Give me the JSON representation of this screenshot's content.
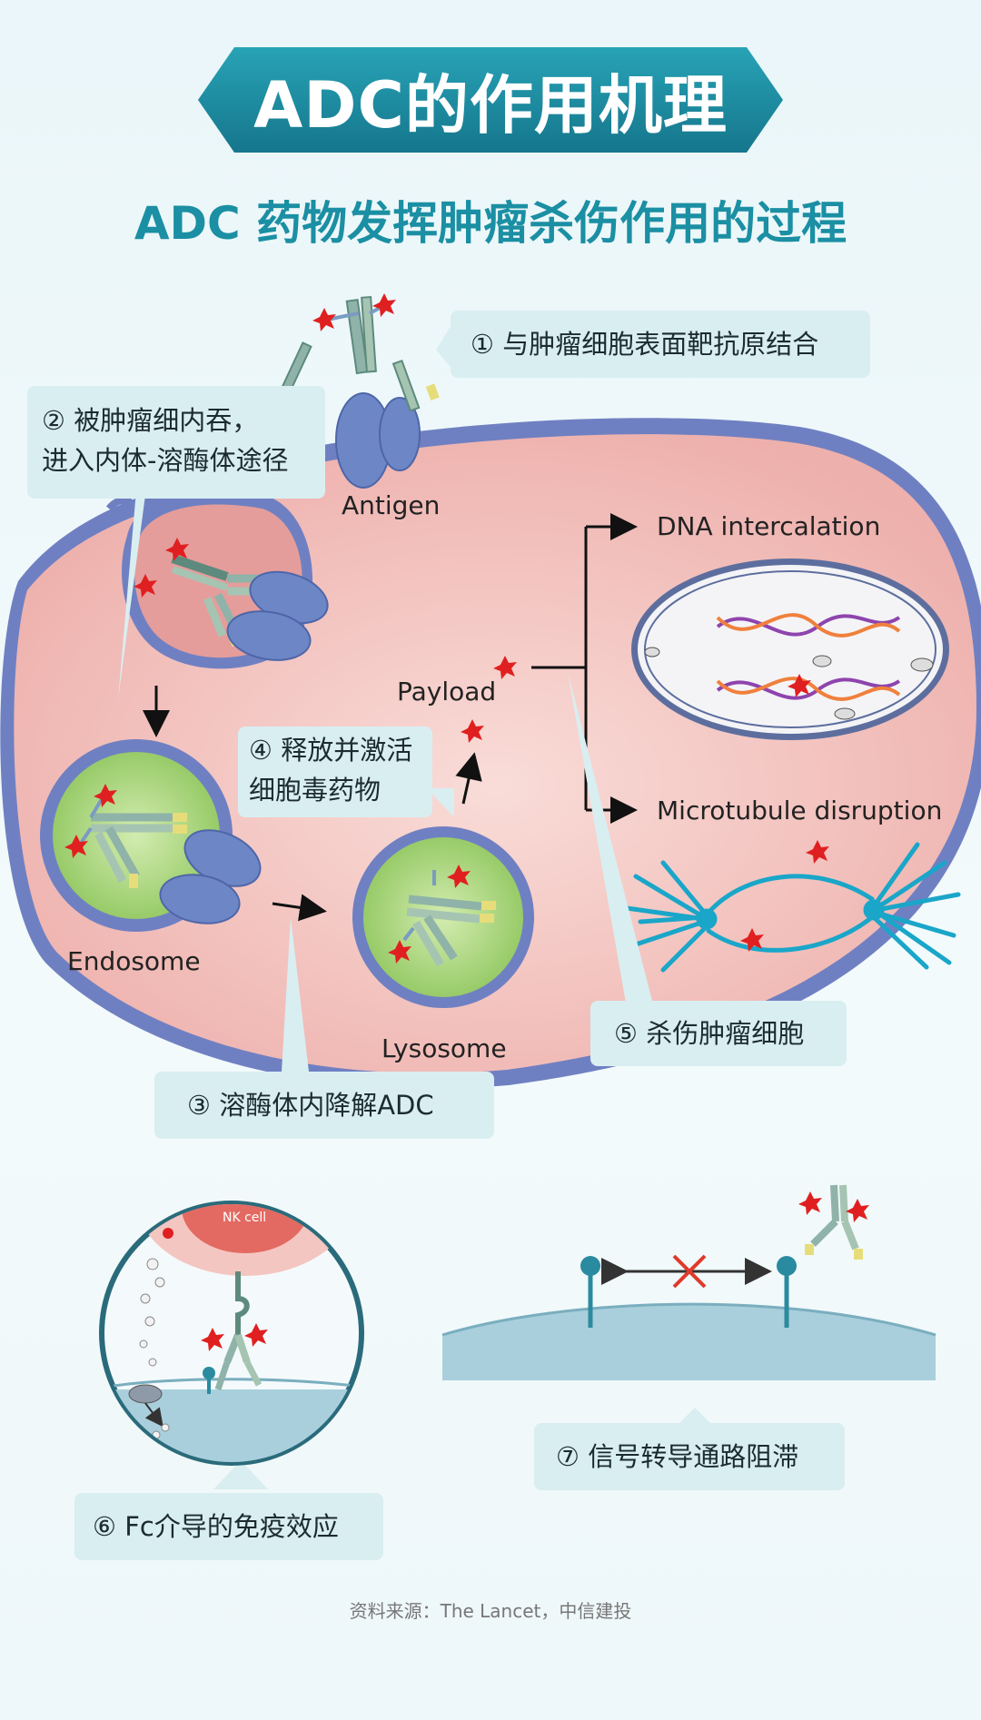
{
  "title": "ADC的作用机理",
  "subtitle": "ADC 药物发挥肿瘤杀伤作用的过程",
  "steps": {
    "s1": "① 与肿瘤细胞表面靶抗原结合",
    "s2_line1": "② 被肿瘤细内吞，",
    "s2_line2": "进入内体-溶酶体途径",
    "s3": "③ 溶酶体内降解ADC",
    "s4_line1": "④ 释放并激活",
    "s4_line2": "细胞毒药物",
    "s5": "⑤ 杀伤肿瘤细胞",
    "s6": "⑥ Fc介导的免疫效应",
    "s7": "⑦ 信号转导通路阻滞"
  },
  "labels": {
    "antigen": "Antigen",
    "payload": "Payload",
    "endosome": "Endosome",
    "lysosome": "Lysosome",
    "dna": "DNA intercalation",
    "microtubule": "Microtubule disruption",
    "nk_cell": "NK cell"
  },
  "source": "资料来源：The Lancet，中信建投",
  "colors": {
    "banner": "#1d8fa5",
    "cell_fill": "#efb9b5",
    "membrane": "#6d7fc0",
    "vesicle_fill": "#9ccc65",
    "antigen": "#6d86c6",
    "payload": "#e02020",
    "microtubule": "#1aa6c9",
    "callout_bg": "#d9eef1"
  }
}
